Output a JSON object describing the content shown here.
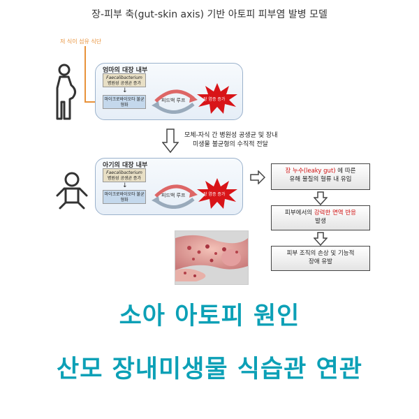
{
  "title": "장-피부 축(gut-skin axis) 기반 아토피 피부염 발병 모델",
  "diet_label": "저 식이 섬유 식단",
  "mother_panel": {
    "title": "엄마의 대장 내부",
    "bacterium_name": "Faecalibacterium",
    "bacterium_desc": "병원성 공생균 증가",
    "dysbiosis": "마이크로바이오타 불균형화",
    "feedback": "피드백 루프",
    "inflammation": "장 염증 증가"
  },
  "transfer_text_1": "모체-자식 간 병원성 공생균 및 장내",
  "transfer_text_2": "미생물 불균형의 수직적 전달",
  "baby_panel": {
    "title": "아기의 대장 내부",
    "bacterium_name": "Faecalibacterium",
    "bacterium_desc": "병원성 공생균 증가",
    "dysbiosis": "마이크로바이오타 불균형화",
    "feedback": "피드백 루프",
    "inflammation": "장 염증 증가"
  },
  "flow": {
    "step1_red": "장 누수(leaky gut)",
    "step1_rest": " 에 따른",
    "step1_line2": "유해 물질의 혈류 내 유입",
    "step2_pre": "피부에서의 ",
    "step2_red": "강력한 면역 반응",
    "step2_line2": "발생",
    "step3_line1": "피부 조직의 손상 및 기능적",
    "step3_line2": "장애 유발"
  },
  "headline_1": "소아 아토피 원인",
  "headline_2": "산모 장내미생물 식습관 연관",
  "colors": {
    "accent": "#0ca0b6",
    "orange_line": "#e8923a",
    "burst": "#d81418",
    "highlight_red": "#d01010"
  },
  "icons": [
    "pregnant-woman-icon",
    "baby-icon",
    "inflammation-burst-icon",
    "feedback-loop-icon",
    "hollow-arrow-icon"
  ]
}
